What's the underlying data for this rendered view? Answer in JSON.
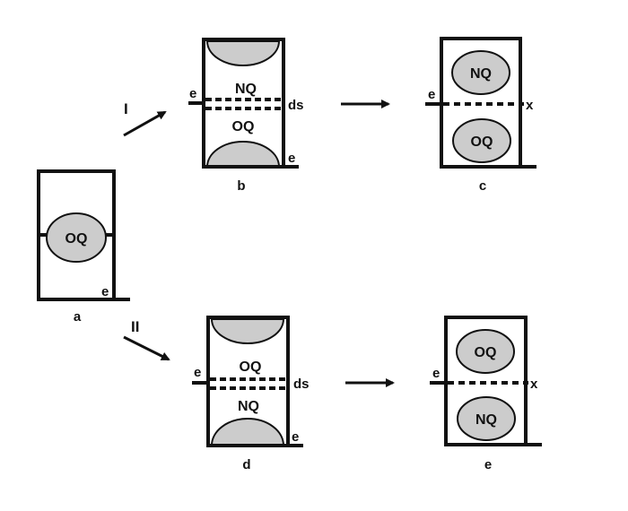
{
  "colors": {
    "stroke": "#111111",
    "oval_fill": "#cccccc",
    "background": "#ffffff"
  },
  "panels": {
    "a": {
      "caption": "a",
      "oval_label": "OQ",
      "edge_label": "e"
    },
    "b": {
      "caption": "b",
      "top_label": "NQ",
      "bottom_label": "OQ",
      "left_label": "e",
      "right_label": "ds",
      "corner_label": "e"
    },
    "c": {
      "caption": "c",
      "top_oval_label": "NQ",
      "bottom_oval_label": "OQ",
      "left_label": "e",
      "right_label": "x"
    },
    "d": {
      "caption": "d",
      "top_label": "OQ",
      "bottom_label": "NQ",
      "left_label": "e",
      "right_label": "ds",
      "corner_label": "e"
    },
    "e": {
      "caption": "e",
      "top_oval_label": "OQ",
      "bottom_oval_label": "NQ",
      "left_label": "e",
      "right_label": "x"
    }
  },
  "pathways": {
    "upper": {
      "label": "I"
    },
    "lower": {
      "label": "II"
    }
  }
}
